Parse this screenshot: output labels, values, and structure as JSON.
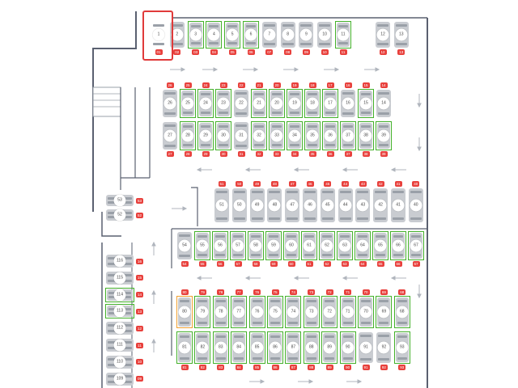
{
  "colors": {
    "available": "#43b02a",
    "occupied": "#c9ccd1",
    "tag": "#e8403c",
    "selected": "#e03a3a",
    "wall": "#5a6070",
    "arrow": "#b0b5bd"
  },
  "selected_spot": "1",
  "rows": [
    {
      "name": "top-row",
      "spots": [
        {
          "n": "1",
          "t": "01",
          "s": "free"
        },
        {
          "n": "2",
          "t": "02",
          "s": "occ"
        },
        {
          "n": "3",
          "t": "03",
          "s": "avail"
        },
        {
          "n": "4",
          "t": "04",
          "s": "avail"
        },
        {
          "n": "5",
          "t": "05",
          "s": "avail"
        },
        {
          "n": "6",
          "t": "06",
          "s": "avail"
        },
        {
          "n": "7",
          "t": "07",
          "s": "occ"
        },
        {
          "n": "8",
          "t": "08",
          "s": "occ"
        },
        {
          "n": "9",
          "t": "09",
          "s": "occ"
        },
        {
          "n": "10",
          "t": "10",
          "s": "occ"
        },
        {
          "n": "11",
          "t": "11",
          "s": "avail"
        }
      ]
    },
    {
      "name": "top-row-right",
      "spots": [
        {
          "n": "12",
          "t": "12",
          "s": "occ"
        },
        {
          "n": "13",
          "t": "13",
          "s": "occ"
        }
      ]
    },
    {
      "name": "row-b-upper",
      "spots": [
        {
          "n": "26",
          "t": "26",
          "s": "occ"
        },
        {
          "n": "25",
          "t": "25",
          "s": "avail"
        },
        {
          "n": "24",
          "t": "24",
          "s": "avail"
        },
        {
          "n": "23",
          "t": "23",
          "s": "avail"
        },
        {
          "n": "22",
          "t": "22",
          "s": "occ"
        },
        {
          "n": "21",
          "t": "21",
          "s": "avail"
        },
        {
          "n": "20",
          "t": "20",
          "s": "avail"
        },
        {
          "n": "19",
          "t": "19",
          "s": "avail"
        },
        {
          "n": "18",
          "t": "18",
          "s": "avail"
        },
        {
          "n": "17",
          "t": "17",
          "s": "avail"
        },
        {
          "n": "16",
          "t": "16",
          "s": "occ"
        },
        {
          "n": "15",
          "t": "15",
          "s": "avail"
        },
        {
          "n": "14",
          "t": "14",
          "s": "occ"
        }
      ]
    },
    {
      "name": "row-b-lower",
      "spots": [
        {
          "n": "27",
          "t": "27",
          "s": "occ"
        },
        {
          "n": "28",
          "t": "28",
          "s": "avail"
        },
        {
          "n": "29",
          "t": "29",
          "s": "avail"
        },
        {
          "n": "30",
          "t": "30",
          "s": "avail"
        },
        {
          "n": "31",
          "t": "31",
          "s": "occ"
        },
        {
          "n": "32",
          "t": "32",
          "s": "avail"
        },
        {
          "n": "33",
          "t": "33",
          "s": "avail"
        },
        {
          "n": "34",
          "t": "34",
          "s": "avail"
        },
        {
          "n": "35",
          "t": "35",
          "s": "avail"
        },
        {
          "n": "36",
          "t": "36",
          "s": "avail"
        },
        {
          "n": "37",
          "t": "37",
          "s": "avail"
        },
        {
          "n": "38",
          "t": "38",
          "s": "avail"
        },
        {
          "n": "39",
          "t": "39",
          "s": "avail"
        }
      ]
    },
    {
      "name": "row-c",
      "spots": [
        {
          "n": "51",
          "t": "51",
          "s": "occ"
        },
        {
          "n": "50",
          "t": "50",
          "s": "occ"
        },
        {
          "n": "49",
          "t": "49",
          "s": "occ"
        },
        {
          "n": "48",
          "t": "48",
          "s": "occ"
        },
        {
          "n": "47",
          "t": "47",
          "s": "occ"
        },
        {
          "n": "46",
          "t": "46",
          "s": "occ"
        },
        {
          "n": "45",
          "t": "45",
          "s": "occ"
        },
        {
          "n": "44",
          "t": "44",
          "s": "occ"
        },
        {
          "n": "43",
          "t": "43",
          "s": "occ"
        },
        {
          "n": "42",
          "t": "42",
          "s": "occ"
        },
        {
          "n": "41",
          "t": "41",
          "s": "occ"
        },
        {
          "n": "40",
          "t": "40",
          "s": "occ"
        }
      ]
    },
    {
      "name": "row-d",
      "spots": [
        {
          "n": "54",
          "t": "54",
          "s": "occ"
        },
        {
          "n": "55",
          "t": "55",
          "s": "avail"
        },
        {
          "n": "56",
          "t": "56",
          "s": "avail"
        },
        {
          "n": "57",
          "t": "57",
          "s": "avail"
        },
        {
          "n": "58",
          "t": "58",
          "s": "avail"
        },
        {
          "n": "59",
          "t": "59",
          "s": "avail"
        },
        {
          "n": "60",
          "t": "60",
          "s": "avail"
        },
        {
          "n": "61",
          "t": "61",
          "s": "avail"
        },
        {
          "n": "62",
          "t": "62",
          "s": "avail"
        },
        {
          "n": "63",
          "t": "63",
          "s": "avail"
        },
        {
          "n": "64",
          "t": "64",
          "s": "avail"
        },
        {
          "n": "65",
          "t": "65",
          "s": "avail"
        },
        {
          "n": "66",
          "t": "66",
          "s": "avail"
        },
        {
          "n": "67",
          "t": "67",
          "s": "avail"
        }
      ]
    },
    {
      "name": "row-e",
      "spots": [
        {
          "n": "80",
          "t": "80",
          "s": "orange"
        },
        {
          "n": "79",
          "t": "79",
          "s": "avail"
        },
        {
          "n": "78",
          "t": "78",
          "s": "avail"
        },
        {
          "n": "77",
          "t": "77",
          "s": "avail"
        },
        {
          "n": "76",
          "t": "76",
          "s": "avail"
        },
        {
          "n": "75",
          "t": "75",
          "s": "avail"
        },
        {
          "n": "74",
          "t": "74",
          "s": "avail"
        },
        {
          "n": "73",
          "t": "73",
          "s": "avail"
        },
        {
          "n": "72",
          "t": "72",
          "s": "avail"
        },
        {
          "n": "71",
          "t": "71",
          "s": "avail"
        },
        {
          "n": "70",
          "t": "70",
          "s": "avail"
        },
        {
          "n": "69",
          "t": "69",
          "s": "avail"
        },
        {
          "n": "68",
          "t": "68",
          "s": "avail"
        }
      ]
    },
    {
      "name": "row-f",
      "spots": [
        {
          "n": "81",
          "t": "81",
          "s": "avail"
        },
        {
          "n": "82",
          "t": "82",
          "s": "avail"
        },
        {
          "n": "83",
          "t": "83",
          "s": "avail"
        },
        {
          "n": "84",
          "t": "84",
          "s": "avail"
        },
        {
          "n": "85",
          "t": "85",
          "s": "avail"
        },
        {
          "n": "86",
          "t": "86",
          "s": "avail"
        },
        {
          "n": "87",
          "t": "87",
          "s": "avail"
        },
        {
          "n": "88",
          "t": "88",
          "s": "avail"
        },
        {
          "n": "89",
          "t": "89",
          "s": "avail"
        },
        {
          "n": "90",
          "t": "90",
          "s": "avail"
        },
        {
          "n": "91",
          "t": "91",
          "s": "occ"
        },
        {
          "n": "92",
          "t": "92",
          "s": "occ"
        },
        {
          "n": "93",
          "t": "93",
          "s": "avail"
        }
      ]
    },
    {
      "name": "row-left-top",
      "spots": [
        {
          "n": "53",
          "t": "53",
          "s": "occ"
        },
        {
          "n": "52",
          "t": "52",
          "s": "occ"
        }
      ]
    },
    {
      "name": "row-left",
      "spots": [
        {
          "n": "116",
          "t": "16",
          "s": "occ"
        },
        {
          "n": "115",
          "t": "15",
          "s": "occ"
        },
        {
          "n": "114",
          "t": "14",
          "s": "avail"
        },
        {
          "n": "113",
          "t": "13",
          "s": "avail"
        },
        {
          "n": "112",
          "t": "12",
          "s": "occ"
        },
        {
          "n": "111",
          "t": "11",
          "s": "occ"
        },
        {
          "n": "110",
          "t": "10",
          "s": "occ"
        },
        {
          "n": "109",
          "t": "09",
          "s": "occ"
        }
      ]
    }
  ]
}
